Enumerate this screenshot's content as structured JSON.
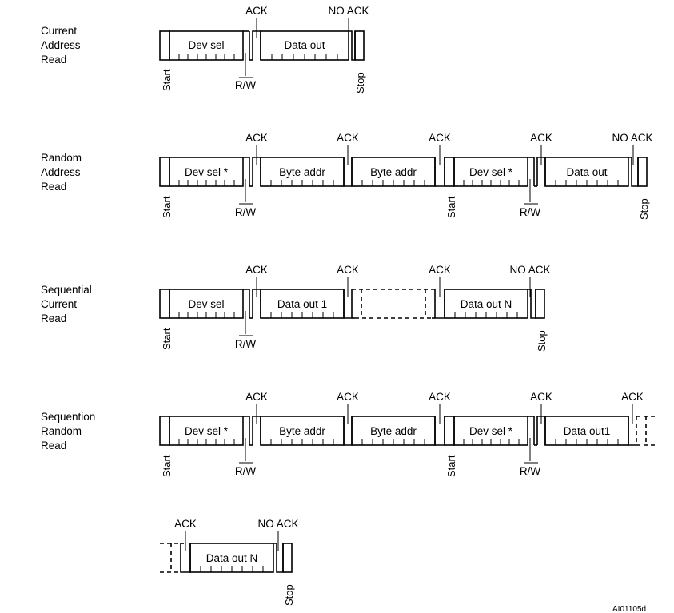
{
  "figure_ref": "AI01105d",
  "rows": [
    {
      "label": [
        "Current",
        "Address",
        "Read"
      ],
      "fields": [
        {
          "text": "Dev sel"
        },
        {
          "text": "Data out"
        }
      ],
      "acks": [
        "ACK",
        "NO ACK"
      ],
      "markers": [
        "Start",
        "R/W",
        "Stop"
      ]
    },
    {
      "label": [
        "Random",
        "Address",
        "Read"
      ],
      "fields": [
        {
          "text": "Dev sel *"
        },
        {
          "text": "Byte addr"
        },
        {
          "text": "Byte addr"
        },
        {
          "text": "Dev sel *"
        },
        {
          "text": "Data out"
        }
      ],
      "acks": [
        "ACK",
        "ACK",
        "ACK",
        "ACK",
        "NO ACK"
      ],
      "markers": [
        "Start",
        "R/W",
        "Start",
        "R/W",
        "Stop"
      ]
    },
    {
      "label": [
        "Sequential",
        "Current",
        "Read"
      ],
      "fields": [
        {
          "text": "Dev sel"
        },
        {
          "text": "Data out 1"
        },
        {
          "text": "Data out N"
        }
      ],
      "acks": [
        "ACK",
        "ACK",
        "ACK",
        "NO ACK"
      ],
      "markers": [
        "Start",
        "R/W",
        "Stop"
      ]
    },
    {
      "label": [
        "Sequention",
        "Random",
        "Read"
      ],
      "fields": [
        {
          "text": "Dev sel *"
        },
        {
          "text": "Byte addr"
        },
        {
          "text": "Byte addr"
        },
        {
          "text": "Dev sel *"
        },
        {
          "text": "Data out1"
        }
      ],
      "acks": [
        "ACK",
        "ACK",
        "ACK",
        "ACK",
        "ACK"
      ],
      "markers": [
        "Start",
        "R/W",
        "Start",
        "R/W"
      ]
    },
    {
      "label": [],
      "fields": [
        {
          "text": "Data out N"
        }
      ],
      "acks": [
        "ACK",
        "NO ACK"
      ],
      "markers": [
        "Stop"
      ]
    }
  ]
}
